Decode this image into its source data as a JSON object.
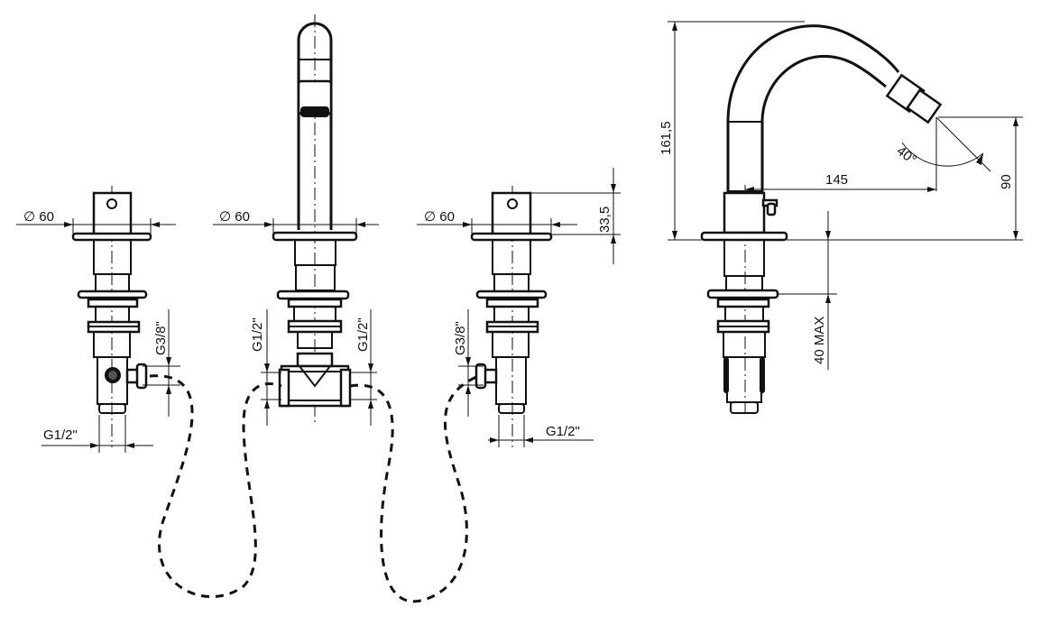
{
  "labels": {
    "diameter_left": "∅ 60",
    "diameter_center": "∅ 60",
    "diameter_right": "∅ 60",
    "height_33_5": "33,5",
    "thread_g38_left": "G3/8\"",
    "thread_g12_bottom_left": "G1/2\"",
    "thread_g12_tee_left": "G1/2\"",
    "thread_g12_tee_right": "G1/2\"",
    "thread_g38_right": "G3/8\"",
    "thread_g12_bottom_right": "G1/2\"",
    "height_161_5": "161,5",
    "angle_40": "40°",
    "reach_145": "145",
    "height_90": "90",
    "deck_40_max": "40 MAX"
  },
  "colors": {
    "line": "#111111",
    "background": "#ffffff"
  }
}
